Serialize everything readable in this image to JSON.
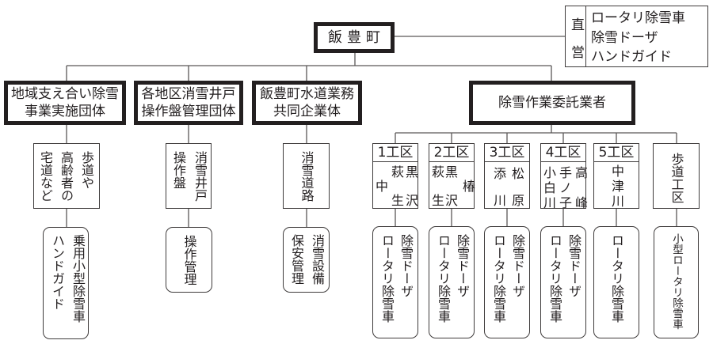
{
  "root": {
    "label": "飯豊町"
  },
  "direct": {
    "header": "直営",
    "items": [
      "ロータリ除雪車",
      "除雪ドーザ",
      "ハンドガイド"
    ]
  },
  "branches": [
    {
      "title_lines": [
        "地域支え合い除雪",
        "事業実施団体"
      ],
      "scope_columns": [
        "歩道や",
        "高齢者の",
        "宅道など"
      ],
      "equipment_columns": [
        "乗用小型除雪車",
        "ハンドガイド"
      ]
    },
    {
      "title_lines": [
        "各地区消雪井戸",
        "操作盤管理団体"
      ],
      "scope_columns": [
        "消雪井戸",
        "操作盤"
      ],
      "equipment_columns": [
        "操作管理"
      ]
    },
    {
      "title_lines": [
        "飯豊町水道業務",
        "共同企業体"
      ],
      "scope_columns": [
        "消雪道路"
      ],
      "equipment_columns": [
        "消雪設備",
        "保安管理"
      ]
    }
  ],
  "contractors": {
    "title": "除雪作業委託業者",
    "districts": [
      {
        "name": "1工区",
        "areas": [
          "黒沢",
          "萩生",
          "中"
        ],
        "equipment": [
          "除雪ドーザ",
          "ロータリ除雪車"
        ]
      },
      {
        "name": "2工区",
        "areas": [
          "椿",
          "黒沢",
          "萩生"
        ],
        "equipment": [
          "除雪ドーザ",
          "ロータリ除雪車"
        ]
      },
      {
        "name": "3工区",
        "areas": [
          "松原",
          "添川"
        ],
        "equipment": [
          "除雪ドーザ",
          "ロータリ除雪車"
        ]
      },
      {
        "name": "4工区",
        "areas": [
          "高峰",
          "手ノ子",
          "小白川"
        ],
        "equipment": [
          "除雪ドーザ",
          "ロータリ除雪車"
        ]
      },
      {
        "name": "5工区",
        "areas": [
          "中津川"
        ],
        "equipment": [
          "ロータリ除雪車"
        ]
      },
      {
        "name": "歩道工区",
        "equipment": [
          "小型ロータリ除雪車"
        ]
      }
    ]
  }
}
